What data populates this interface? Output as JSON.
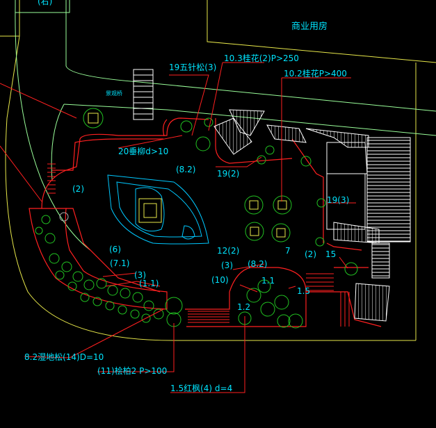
{
  "title": "商业用房",
  "colors": {
    "background": "#000000",
    "boundary": "#e8e84a",
    "road": "#9aff9a",
    "path": "#ff2020",
    "water": "#00c8ff",
    "leader": "#ff2020",
    "text": "#00e5ff",
    "white_text": "#ffffff",
    "plant": "#22c422",
    "plant_core": "#e8e84a",
    "hatch": "#ffffff"
  },
  "labels": {
    "top_left_tag": "(右)",
    "bridge_tag": "景观桥",
    "pine": "19五针松(3)",
    "osmanthus_a": "10.3桂花(2)P>250",
    "osmanthus_b": "10.2桂花P>400",
    "weeping_willow": "20垂柳d>10",
    "num_8_2_a": "(8.2)",
    "num_19_2": "19(2)",
    "num_19_3": "19(3)",
    "num_2_a": "(2)",
    "num_12_2": "12(2)",
    "num_7": "7",
    "num_2_b": "(2)",
    "num_15": "15",
    "num_6": "(6)",
    "num_7_1": "(7.1)",
    "num_3_a": "(3)",
    "num_1_1_a": "(1.1)",
    "num_3_b": "(3)",
    "num_8_2_b": "(8.2)",
    "num_10": "(10)",
    "num_1_1_b": "1.1",
    "num_1_5": "1.5",
    "num_1_2": "1.2",
    "wetland_pine": "8.2湿地松(14)D=10",
    "cypress": "(11)桧柏2 P>100",
    "red_maple": "1.5红枫(4) d=4"
  }
}
